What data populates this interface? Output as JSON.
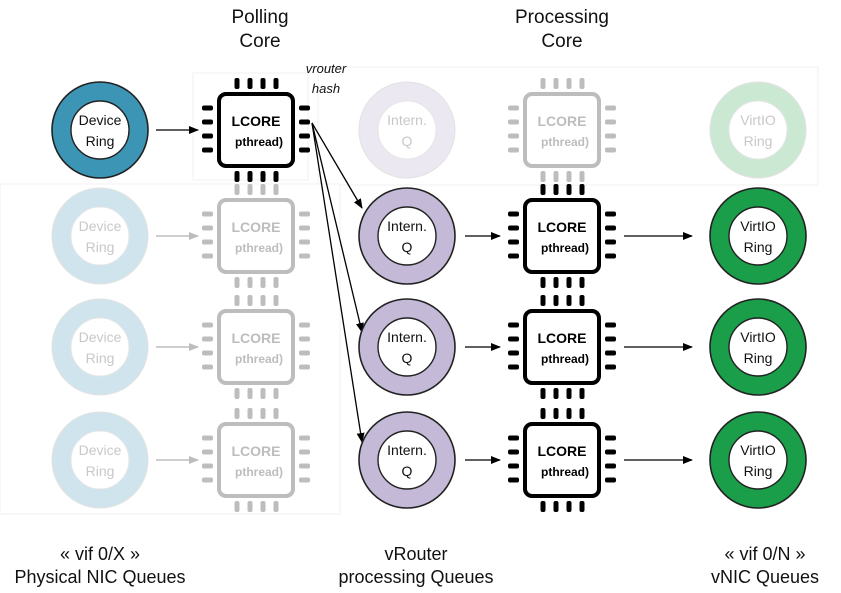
{
  "headers": {
    "polling": [
      "Polling",
      "Core"
    ],
    "processing": [
      "Processing",
      "Core"
    ]
  },
  "hash_label": [
    "vrouter",
    "hash"
  ],
  "footers": {
    "left": [
      "« vif 0/X »",
      "Physical NIC Queues"
    ],
    "middle": [
      "vRouter",
      "processing Queues"
    ],
    "right": [
      "« vif 0/N »",
      "vNIC Queues"
    ]
  },
  "labels": {
    "device_ring": [
      "Device",
      "Ring"
    ],
    "intern_q": [
      "Intern.",
      "Q"
    ],
    "virtio_ring": [
      "VirtIO",
      "Ring"
    ],
    "lcore": [
      "LCORE",
      "pthread)"
    ]
  },
  "colors": {
    "device_ring": "#3d95b5",
    "device_ring_faded": "#cfe4ec",
    "intern_q": "#c4b9d7",
    "intern_q_faded": "#ebe8f1",
    "virtio_ring": "#1b9e4a",
    "virtio_ring_faded": "#cbe8d3",
    "chip": "#000000",
    "chip_faded": "#bdbdbd"
  },
  "rows": [
    {
      "state": "active-poll",
      "device": "active",
      "poll": "active",
      "intern": "faded",
      "proc": "faded",
      "virtio": "faded"
    },
    {
      "state": "proc",
      "device": "faded",
      "poll": "faded",
      "intern": "active",
      "proc": "active",
      "virtio": "active"
    },
    {
      "state": "proc",
      "device": "faded",
      "poll": "faded",
      "intern": "active",
      "proc": "active",
      "virtio": "active"
    },
    {
      "state": "proc",
      "device": "faded",
      "poll": "faded",
      "intern": "active",
      "proc": "active",
      "virtio": "active"
    }
  ]
}
